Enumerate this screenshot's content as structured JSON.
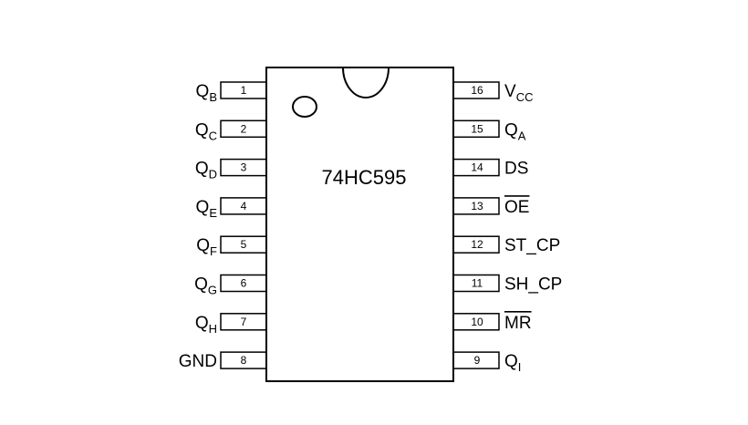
{
  "chip": {
    "name": "74HC595"
  },
  "colors": {
    "stroke": "#000000",
    "background": "#ffffff"
  },
  "left_pins": [
    {
      "number": "1",
      "label": "Q",
      "sub": "B"
    },
    {
      "number": "2",
      "label": "Q",
      "sub": "C"
    },
    {
      "number": "3",
      "label": "Q",
      "sub": "D"
    },
    {
      "number": "4",
      "label": "Q",
      "sub": "E"
    },
    {
      "number": "5",
      "label": "Q",
      "sub": "F"
    },
    {
      "number": "6",
      "label": "Q",
      "sub": "G"
    },
    {
      "number": "7",
      "label": "Q",
      "sub": "H"
    },
    {
      "number": "8",
      "label": "GND",
      "sub": ""
    }
  ],
  "right_pins": [
    {
      "number": "16",
      "label": "V",
      "sub": "CC",
      "overline": false
    },
    {
      "number": "15",
      "label": "Q",
      "sub": "A",
      "overline": false
    },
    {
      "number": "14",
      "label": "DS",
      "sub": "",
      "overline": false
    },
    {
      "number": "13",
      "label": "OE",
      "sub": "",
      "overline": true
    },
    {
      "number": "12",
      "label": "ST_CP",
      "sub": "",
      "overline": false
    },
    {
      "number": "11",
      "label": "SH_CP",
      "sub": "",
      "overline": false
    },
    {
      "number": "10",
      "label": "MR",
      "sub": "",
      "overline": true
    },
    {
      "number": "9",
      "label": "Q",
      "sub": "I",
      "overline": false
    }
  ]
}
